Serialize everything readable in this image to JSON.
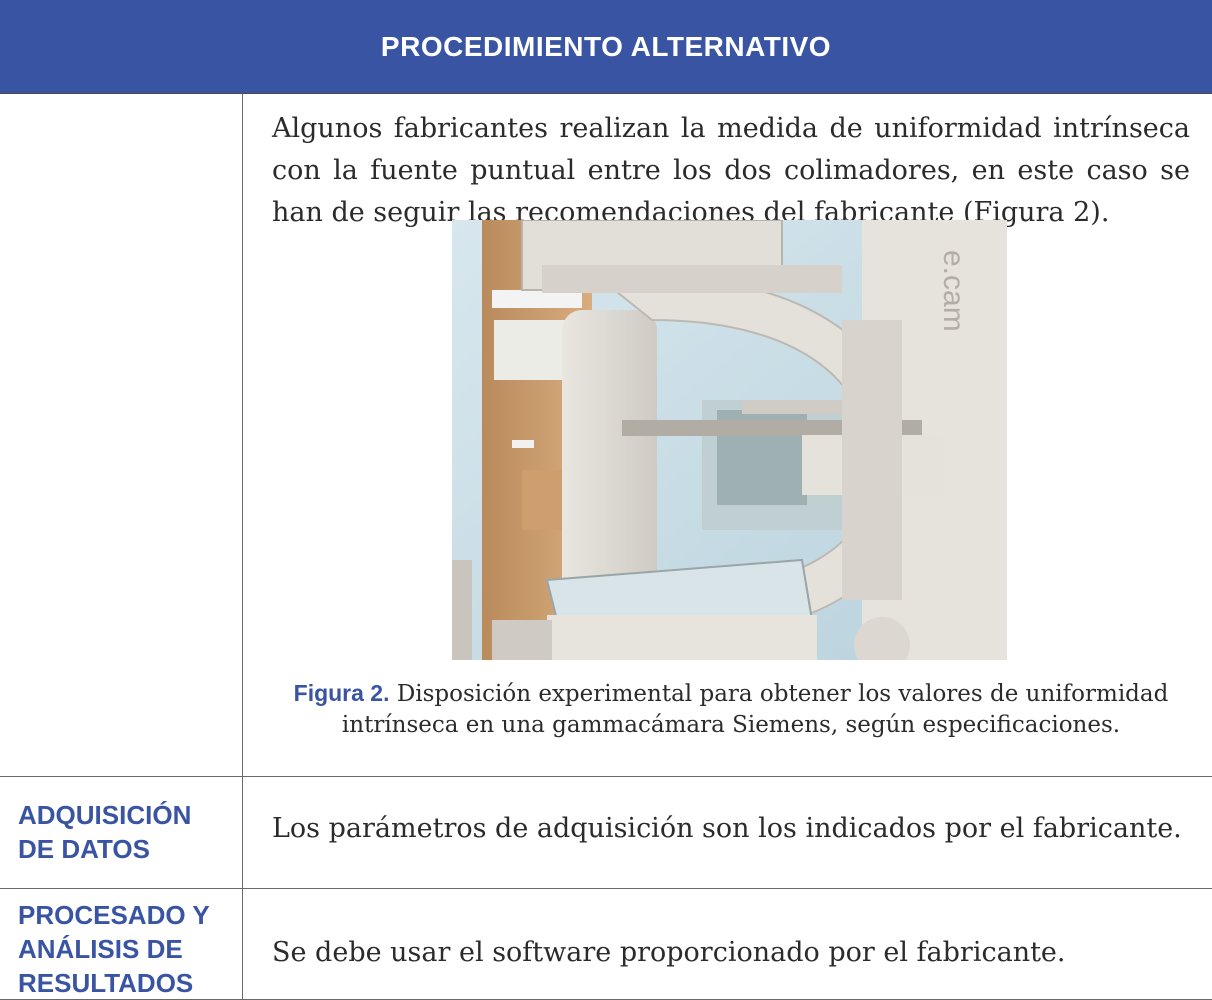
{
  "header": {
    "title": "PROCEDIMIENTO ALTERNATIVO"
  },
  "sections": [
    {
      "label": "",
      "text": "Algunos fabricantes realizan la medida de uniformidad intrínseca con la fuente puntual entre los dos colimadores, en este caso se han de seguir las recomendaciones del fabricante (Figura 2)."
    },
    {
      "label": "ADQUISICIÓN DE DATOS",
      "text": "Los parámetros de adquisición son los indicados por el fabricante."
    },
    {
      "label": "PROCESADO Y ANÁLISIS DE RESULTADOS",
      "text": "Se debe usar el software proporcionado por el fabricante."
    }
  ],
  "figure": {
    "caption_label": "Figura 2.",
    "caption_text": "Disposición experimental para obtener los valores de uniformidad intrínseca en una gammacámara Siemens, según especificaciones.",
    "photo_text": "e.cam"
  },
  "colors": {
    "accent": "#3a54a4",
    "rule": "#6a6a6a",
    "text": "#2b2b2b"
  }
}
